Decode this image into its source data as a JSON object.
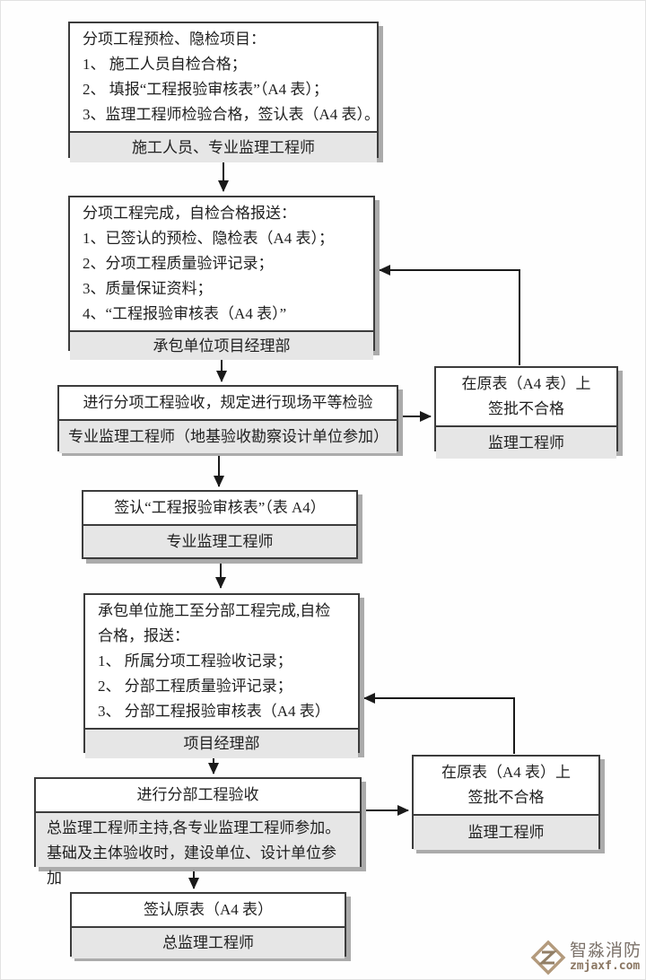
{
  "flow": {
    "step1": {
      "lines": [
        "分项工程预检、隐检项目：",
        "1、 施工人员自检合格；",
        "2、 填报“工程报验审核表”（A4 表）；",
        "3、监理工程师检验合格，签认表（A4 表）。"
      ],
      "actor": "施工人员、专业监理工程师"
    },
    "step2": {
      "lines": [
        "分项工程完成，自检合格报送：",
        "1、已签认的预检、隐检表（A4 表）；",
        "2、分项工程质量验评记录；",
        "3、质量保证资料；",
        "4、“工程报验审核表（A4 表）”"
      ],
      "actor": "承包单位项目经理部"
    },
    "step3": {
      "title": "进行分项工程验收，规定进行现场平等检验",
      "actor": "专业监理工程师（地基验收勘察设计单位参加）"
    },
    "reject1": {
      "line1": "在原表（A4 表）上",
      "line2": "签批不合格",
      "actor": "监理工程师"
    },
    "step4": {
      "title": "签认“工程报验审核表”（表 A4）",
      "actor": "专业监理工程师"
    },
    "step5": {
      "lines": [
        "承包单位施工至分部工程完成,自检合格，报送：",
        "1、 所属分项工程验收记录；",
        "2、 分部工程质量验评记录；",
        "3、 分部工程报验审核表（A4 表）"
      ],
      "actor": "项目经理部"
    },
    "step6": {
      "title": "进行分部工程验收",
      "actor": "总监理工程师主持,各专业监理工程师参加。基础及主体验收时，建设单位、设计单位参加"
    },
    "reject2": {
      "line1": "在原表（A4 表）上",
      "line2": "签批不合格",
      "actor": "监理工程师"
    },
    "step7": {
      "title": "签认原表（A4 表）",
      "actor": "总监理工程师"
    }
  },
  "watermark": {
    "brand": "智淼消防",
    "domain": "zmjaxf.com"
  },
  "colors": {
    "box_border": "#3c3c3c",
    "footer_bg": "#e6e6e6",
    "shadow": "#ababab",
    "connector_line": "#1a1a1a",
    "watermark_tan": "#b39a7c",
    "watermark_text": "#7a7068"
  }
}
